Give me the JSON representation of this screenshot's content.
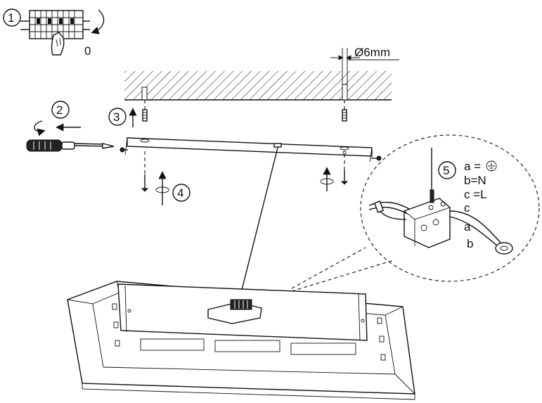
{
  "steps": {
    "step1": "1",
    "step2": "2",
    "step3": "3",
    "step4": "4",
    "step5": "5"
  },
  "switch_off_value": "0",
  "hole_diameter": "Ø6mm",
  "wiring_legend": {
    "a": "a =",
    "b": "b=N",
    "c": "c =L"
  },
  "wire_labels": {
    "c": "c",
    "a": "a",
    "b": "b"
  },
  "icons": {
    "earth_symbol": "earth-ground-icon"
  }
}
